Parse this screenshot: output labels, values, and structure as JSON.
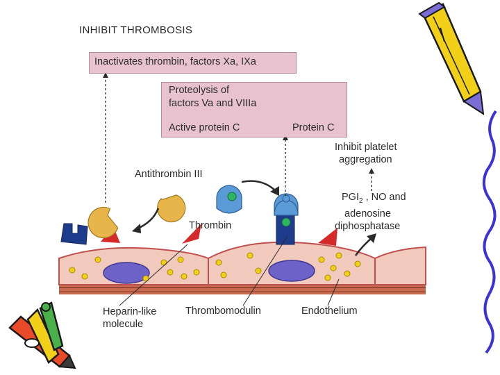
{
  "title": "INHIBIT THROMBOSIS",
  "boxes": {
    "top": "Inactivates thrombin, factors Xa, IXa",
    "middle_line1": "Proteolysis of",
    "middle_line2": "factors Va and VIIIa",
    "active_protein_c": "Active protein C",
    "protein_c": "Protein C"
  },
  "labels": {
    "antithrombin": "Antithrombin III",
    "thrombin": "Thrombin",
    "inhibit_line1": "Inhibit platelet",
    "inhibit_line2": "aggregation",
    "pgi_prefix": "PGI",
    "pgi_sub": "2",
    "pgi_suffix": " , NO and",
    "adenosine": "adenosine",
    "diphosphatase": "diphosphatase",
    "heparin_line1": "Heparin-like",
    "heparin_line2": "molecule",
    "thrombomodulin": "Thrombomodulin",
    "endothelium": "Endothelium"
  },
  "colors": {
    "box_fill": "#e8c3cf",
    "cell_fill": "#f2c9bd",
    "membrane": "#c0504d",
    "antithrombin": "#e8b54a",
    "heparin_receptor": "#1f3c8c",
    "thrombin": "#5a9ad6",
    "nucleus": "#6d62c8",
    "granule": "#f2d01a",
    "triangle": "#d42a2a"
  }
}
